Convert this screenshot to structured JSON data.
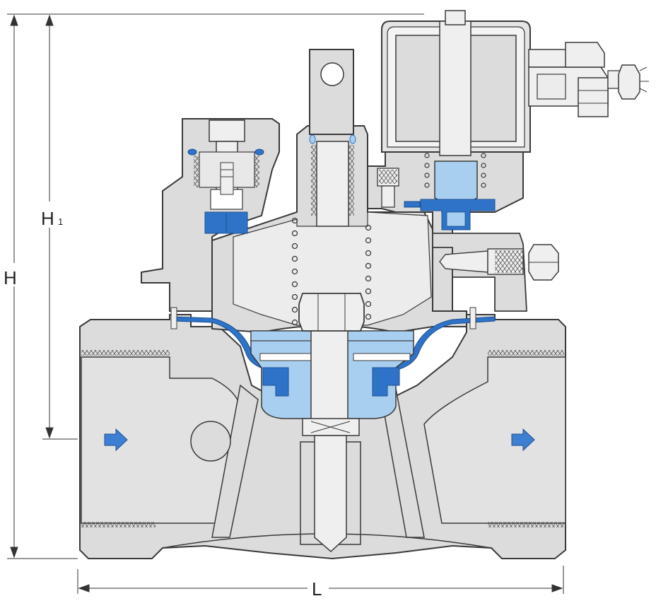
{
  "dimensions": {
    "height_label": "H",
    "partial_height_main": "H",
    "partial_height_sub": "1",
    "length_label": "L"
  },
  "colors": {
    "body": "#dcdcdc",
    "outline": "#3a3a3a",
    "diaphragm": "#2e73c8",
    "diaphragm_light": "#a9cff0",
    "flow_arrow": "#3d7fd3",
    "dimension_line": "#333333"
  },
  "icons": {
    "flow_in": "arrow-right-icon",
    "flow_out": "arrow-right-icon"
  }
}
